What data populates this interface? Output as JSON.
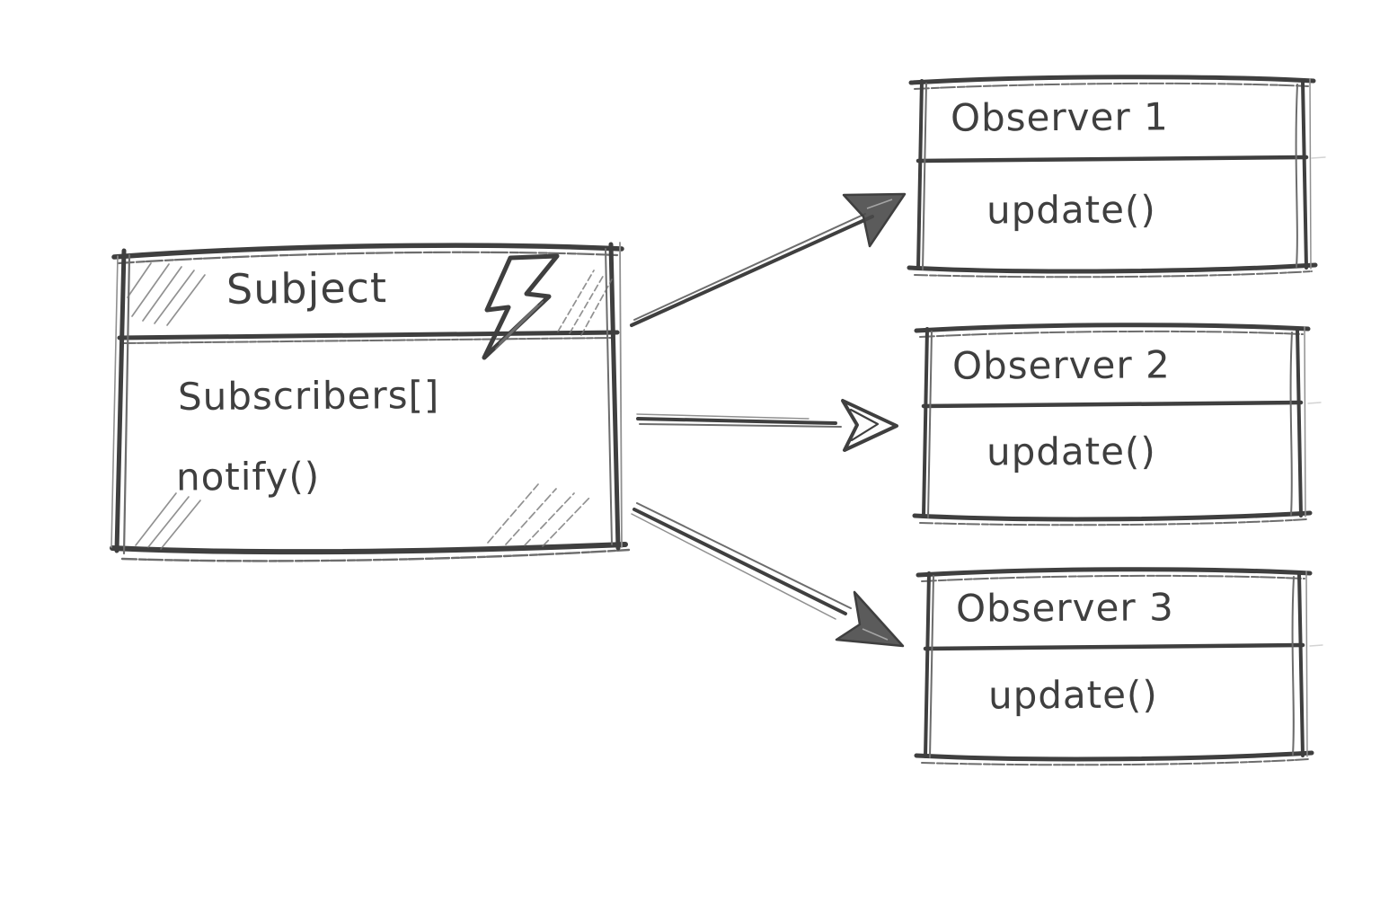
{
  "colors": {
    "ink": "#3f3f3f",
    "paper": "#ffffff"
  },
  "subject": {
    "title": "Subject",
    "icon": "lightning-bolt",
    "members": [
      "Subscribers[]",
      "notify()"
    ]
  },
  "observers": [
    {
      "title": "Observer 1",
      "member": "update()"
    },
    {
      "title": "Observer 2",
      "member": "update()"
    },
    {
      "title": "Observer 3",
      "member": "update()"
    }
  ],
  "relations": [
    {
      "from": "Subject",
      "to": "Observer 1"
    },
    {
      "from": "Subject",
      "to": "Observer 2"
    },
    {
      "from": "Subject",
      "to": "Observer 3"
    }
  ]
}
